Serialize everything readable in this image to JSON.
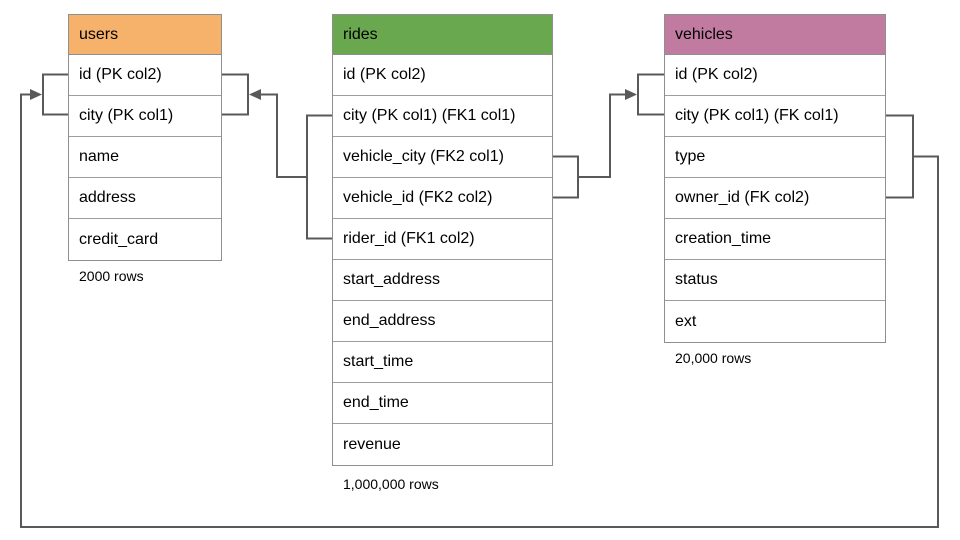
{
  "diagram": {
    "type": "database-schema",
    "tables": [
      {
        "title": "users",
        "header_color": "#F6B26B",
        "rows": [
          "id (PK col2)",
          "city (PK col1)",
          "name",
          "address",
          "credit_card"
        ],
        "row_count": "2000 rows"
      },
      {
        "title": "rides",
        "header_color": "#6AA84F",
        "rows": [
          "id (PK col2)",
          "city (PK col1) (FK1 col1)",
          "vehicle_city (FK2 col1)",
          "vehicle_id (FK2 col2)",
          "rider_id (FK1 col2)",
          "start_address",
          "end_address",
          "start_time",
          "end_time",
          "revenue"
        ],
        "row_count": "1,000,000 rows"
      },
      {
        "title": "vehicles",
        "header_color": "#C27BA0",
        "rows": [
          "id (PK col2)",
          "city (PK col1) (FK col1)",
          "type",
          "owner_id (FK col2)",
          "creation_time",
          "status",
          "ext"
        ],
        "row_count": "20,000 rows"
      }
    ],
    "relationships": [
      {
        "name": "rides-fk1-to-users",
        "from_table": "rides",
        "from_columns": [
          "city (FK1 col1)",
          "rider_id (FK1 col2)"
        ],
        "to_table": "users",
        "to_columns": [
          "id (PK col2)",
          "city (PK col1)"
        ]
      },
      {
        "name": "rides-fk2-to-vehicles",
        "from_table": "rides",
        "from_columns": [
          "vehicle_city (FK2 col1)",
          "vehicle_id (FK2 col2)"
        ],
        "to_table": "vehicles",
        "to_columns": [
          "id (PK col2)",
          "city (PK col1)"
        ]
      },
      {
        "name": "vehicles-fk-to-users",
        "from_table": "vehicles",
        "from_columns": [
          "city (FK col1)",
          "owner_id (FK col2)"
        ],
        "to_table": "users",
        "to_columns": [
          "id (PK col2)",
          "city (PK col1)"
        ]
      }
    ],
    "colors": {
      "connector": "#595959",
      "table_border": "#8F8F8F",
      "text": "#000000",
      "background": "#FFFFFF"
    }
  }
}
